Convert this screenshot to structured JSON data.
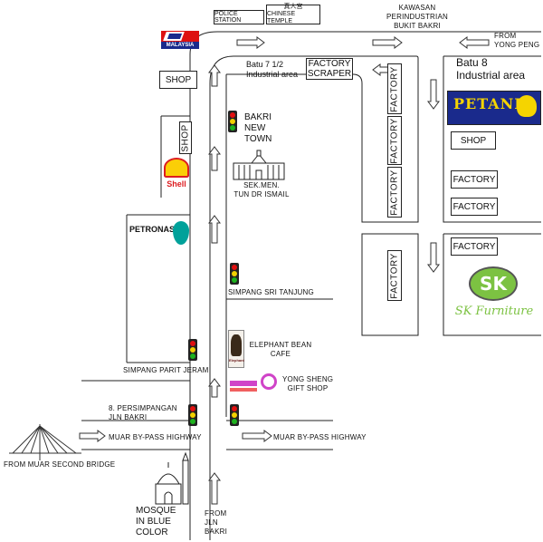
{
  "labels": {
    "police_station": "POLICE STATION",
    "chinese_temple_cn": "真人宫",
    "chinese_temple": "CHINESE TEMPLE",
    "kawasan": "KAWASAN",
    "perindustrian": "PERINDUSTRIAN",
    "bukit_bakri": "BUKIT BAKRI",
    "from_yong_peng_1": "FROM",
    "from_yong_peng_2": "YONG PENG",
    "shop_left": "SHOP",
    "batu_712": "Batu 7 1/2",
    "industrial_area": "Industrial area",
    "factory_scraper_1": "FACTORY",
    "factory_scraper_2": "SCRAPER",
    "batu_8": "Batu 8",
    "industrial_area_8": "Industrial area",
    "shop_vertical": "SHOP",
    "bakri": "BAKRI",
    "new": "NEW",
    "town": "TOWN",
    "sek_men": "SEK.MEN.",
    "tun_dr_ismail": "TUN DR ISMAIL",
    "factory_v1": "FACTORY",
    "factory_v2": "FACTORY",
    "factory_v3": "FACTORY",
    "factory_v4": "FACTORY",
    "shop_right": "SHOP",
    "factory_r1": "FACTORY",
    "factory_r2": "FACTORY",
    "factory_r3": "FACTORY",
    "simpang_sri_tanjung": "SIMPANG SRI TANJUNG",
    "elephant_bean_1": "ELEPHANT BEAN",
    "elephant_bean_2": "CAFE",
    "simpang_parit_jeram": "SIMPANG PARIT JERAM",
    "yong_sheng_1": "YONG SHENG",
    "yong_sheng_2": "GIFT SHOP",
    "persimpangan_1": "8. PERSIMPANGAN",
    "persimpangan_2": "JLN BAKRI",
    "muar_bypass_left": "MUAR BY-PASS HIGHWAY",
    "muar_bypass_right": "MUAR BY-PASS HIGHWAY",
    "from_second_bridge": "FROM MUAR SECOND BRIDGE",
    "mosque_1": "MOSQUE",
    "mosque_2": "IN BLUE",
    "mosque_3": "COLOR",
    "from_jln_1": "FROM",
    "from_jln_2": "JLN",
    "from_jln_3": "BAKRI"
  },
  "logos": {
    "petronas": "PETRONAS",
    "shell": "Shell",
    "petani": "PETANI",
    "sk": "SK",
    "sk_furniture": "SK Furniture",
    "malaysia": "MALAYSIA",
    "elephant": "Elephant"
  },
  "colors": {
    "petronas_green": "#00a19a",
    "shell_red": "#dd1d21",
    "shell_yellow": "#fbce07",
    "petani_blue": "#1a2a8c",
    "petani_yellow": "#f5d400",
    "sk_green": "#7cc242",
    "light_red": "#e01010",
    "light_yellow": "#f2d000",
    "light_green": "#1eb21e"
  }
}
